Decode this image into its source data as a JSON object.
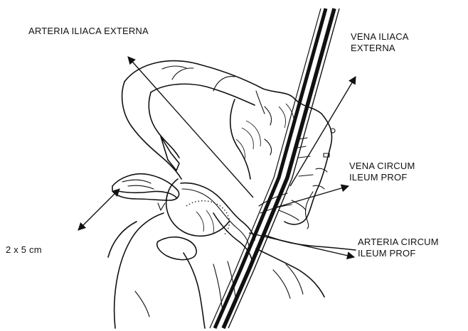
{
  "labels": {
    "arteria_iliaca_externa": "ARTERIA ILIACA EXTERNA",
    "vena_iliaca_externa_line1": "VENA ILIACA",
    "vena_iliaca_externa_line2": "EXTERNA",
    "vena_circum_line1": "VENA CIRCUM",
    "vena_circum_line2": "ILEUM PROF",
    "arteria_circum_line1": "ARTERIA CIRCUM",
    "arteria_circum_line2": "ILEUM PROF",
    "dimension": "2 x 5 cm"
  },
  "colors": {
    "ink": "#111111",
    "background": "#ffffff"
  }
}
